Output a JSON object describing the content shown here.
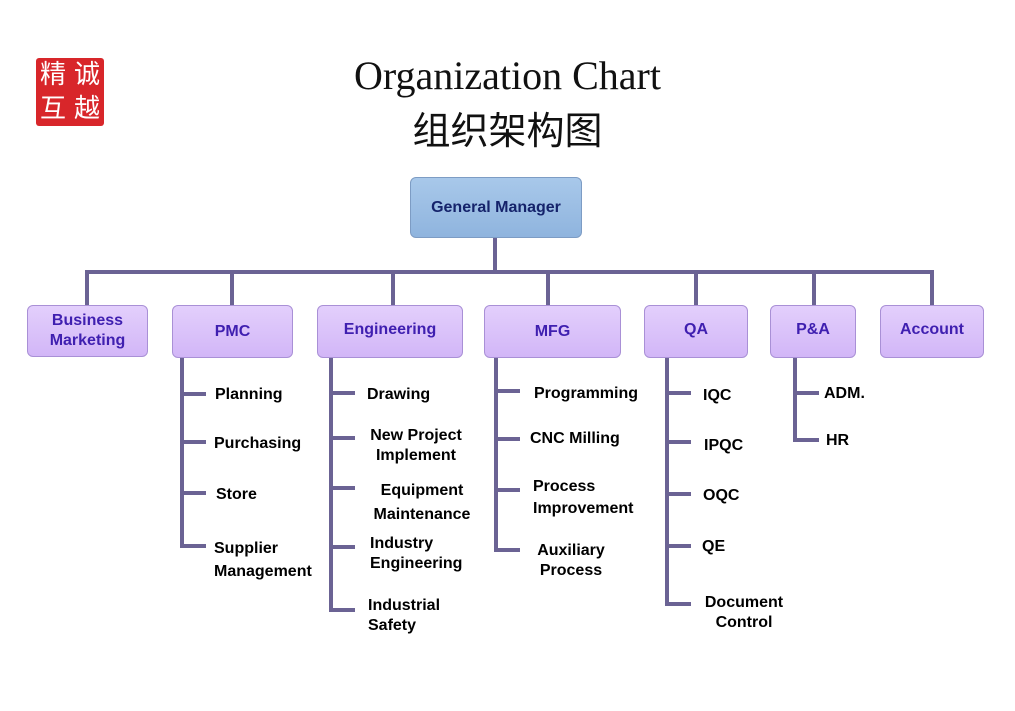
{
  "logo": {
    "chars": [
      "精",
      "诚",
      "互",
      "越"
    ],
    "color": "#d8262a"
  },
  "title": {
    "english": "Organization Chart",
    "chinese": "组织架构图"
  },
  "root": {
    "label": "General Manager"
  },
  "colors": {
    "connector": "#6b6394",
    "root_fill": "#9dbfe6",
    "dept_fill": "#dcc4fa",
    "dept_text": "#3f1fb0"
  },
  "departments": [
    {
      "label": "Business Marketing",
      "items": []
    },
    {
      "label": "PMC",
      "items": [
        "Planning",
        "Purchasing",
        "Store",
        "Supplier Management"
      ]
    },
    {
      "label": "Engineering",
      "items": [
        "Drawing",
        "New Project Implement",
        "Equipment Maintenance",
        "Industry Engineering",
        "Industrial Safety"
      ]
    },
    {
      "label": "MFG",
      "items": [
        "Programming",
        "CNC Milling",
        "Process Improvement",
        "Auxiliary Process"
      ]
    },
    {
      "label": "QA",
      "items": [
        "IQC",
        "IPQC",
        "OQC",
        "QE",
        "Document Control"
      ]
    },
    {
      "label": "P&A",
      "items": [
        "ADM.",
        "HR"
      ]
    },
    {
      "label": "Account",
      "items": []
    }
  ]
}
